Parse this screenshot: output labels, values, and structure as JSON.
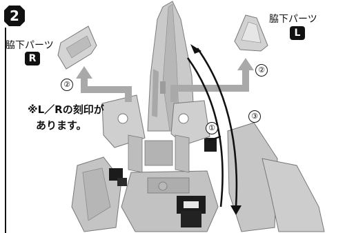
{
  "step": {
    "number": "2"
  },
  "parts": {
    "right_label": "脇下パーツ",
    "right_badge": "R",
    "left_label": "脇下パーツ",
    "left_badge": "L"
  },
  "note": {
    "line1": "※L／Rの刻印が",
    "line2": "あります。"
  },
  "callouts": {
    "c2a": "②",
    "c2b": "②",
    "c1": "①",
    "c3": "③"
  },
  "colors": {
    "plastic": "#c9c9c9",
    "plastic_dark": "#9a9a9a",
    "plastic_shadow": "#7e7e7e",
    "arrow": "#a9a9a9",
    "ink": "#111111"
  }
}
